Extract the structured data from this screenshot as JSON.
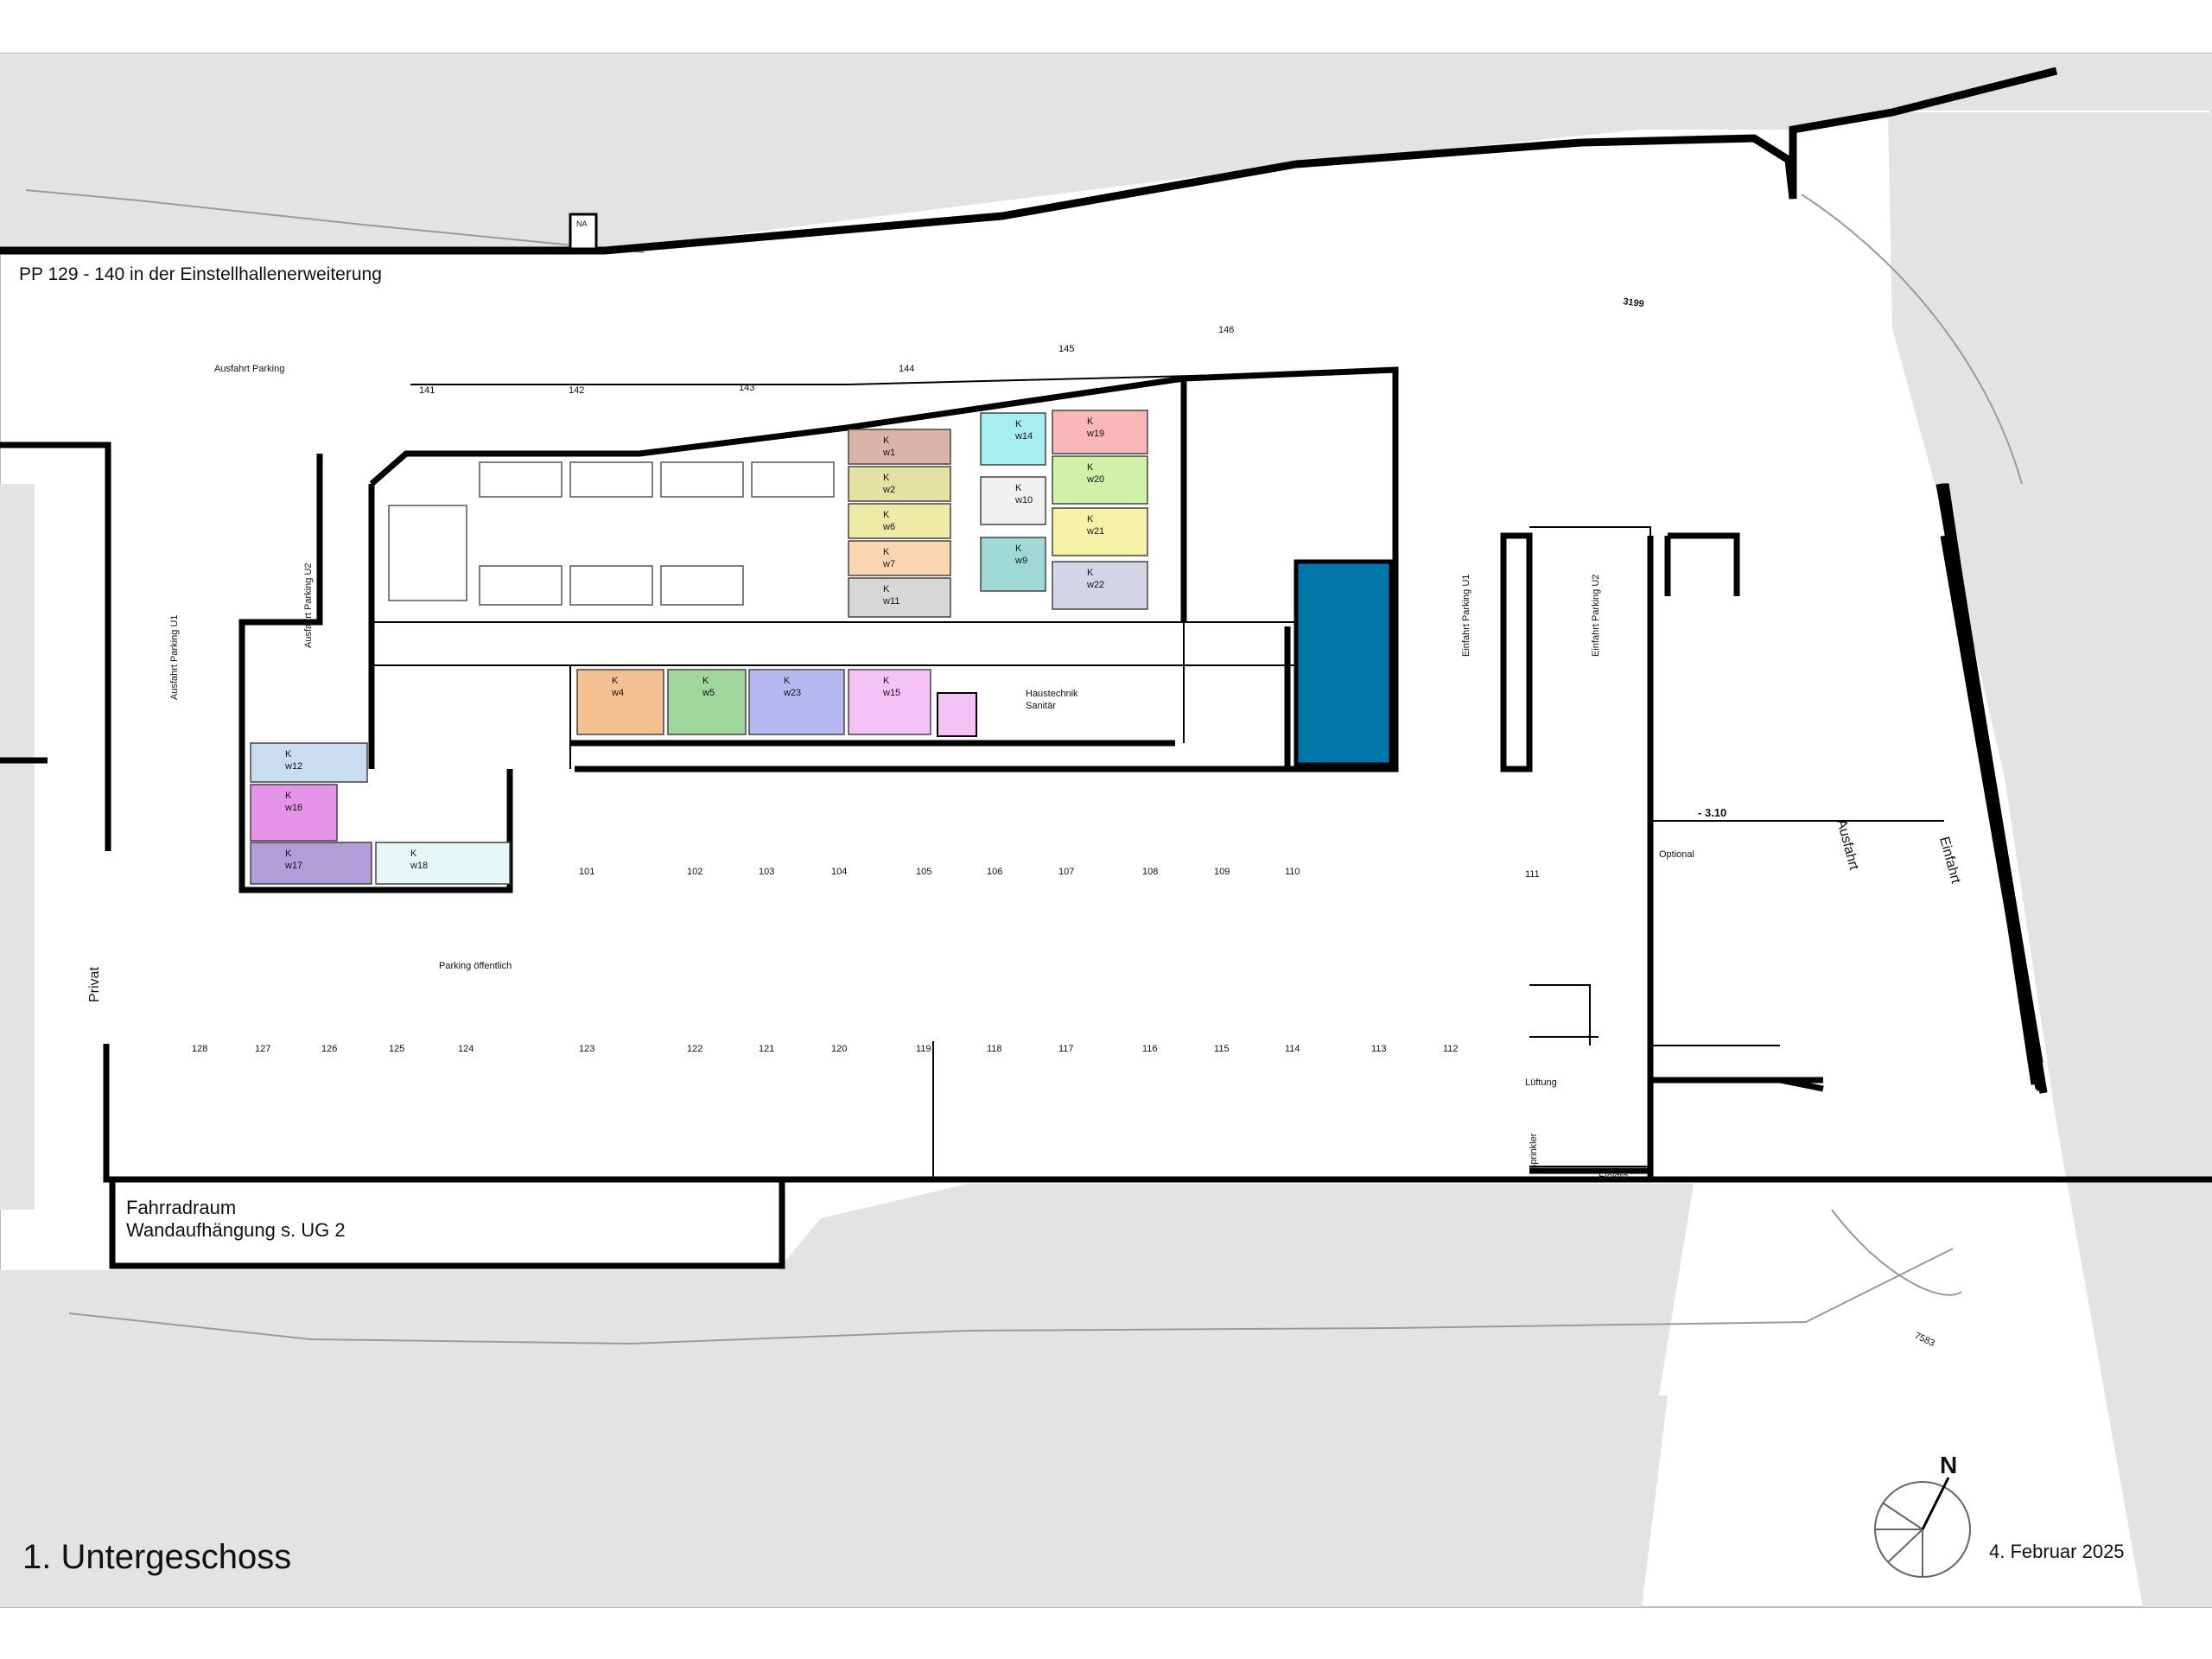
{
  "sheet": {
    "title": "1. Untergeschoss",
    "date": "4. Februar 2025",
    "note_top": "PP 129 - 140 in der Einstellhallenerweiterung",
    "bike_room_line1": "Fahrradraum",
    "bike_room_line2": "Wandaufhängung s. UG 2"
  },
  "labels": {
    "exit_parking": "Ausfahrt Parking",
    "exit_parking_u1": "Ausfahrt Parking U1",
    "exit_parking_u2": "Ausfahrt Parking U2",
    "entry_parking_u1": "Einfahrt Parking U1",
    "entry_parking_u2": "Einfahrt Parking U2",
    "public_parking": "Parking öffentlich",
    "private": "Privat",
    "services_1": "Haustechnik",
    "services_2": "Sanitär",
    "level": "- 3.10",
    "optional": "Optional",
    "ventilation": "Lüftung",
    "sprinkler": "Sprinkler",
    "electro": "Elektro",
    "exit": "Ausfahrt",
    "entry": "Einfahrt",
    "parcel_3199": "3199",
    "parcel_7583": "7583",
    "na": "NA",
    "north": "N"
  },
  "cellars": [
    {
      "id": "w1",
      "prefix": "K",
      "color": "#d9b4a9"
    },
    {
      "id": "w2",
      "prefix": "K",
      "color": "#e4e2a3"
    },
    {
      "id": "w6",
      "prefix": "K",
      "color": "#eeeaa8"
    },
    {
      "id": "w7",
      "prefix": "K",
      "color": "#f9d6b0"
    },
    {
      "id": "w11",
      "prefix": "K",
      "color": "#d7d7d7"
    },
    {
      "id": "w14",
      "prefix": "K",
      "color": "#a6eef0"
    },
    {
      "id": "w10",
      "prefix": "K",
      "color": "#f0f0f0"
    },
    {
      "id": "w9",
      "prefix": "K",
      "color": "#9ed9d7"
    },
    {
      "id": "w19",
      "prefix": "K",
      "color": "#f9b8b8"
    },
    {
      "id": "w20",
      "prefix": "K",
      "color": "#d1f0a8"
    },
    {
      "id": "w21",
      "prefix": "K",
      "color": "#f8f2a8"
    },
    {
      "id": "w22",
      "prefix": "K",
      "color": "#d4d4e8"
    },
    {
      "id": "w4",
      "prefix": "K",
      "color": "#f5c08f"
    },
    {
      "id": "w5",
      "prefix": "K",
      "color": "#9fd69c"
    },
    {
      "id": "w23",
      "prefix": "K",
      "color": "#b7b7f2"
    },
    {
      "id": "w15",
      "prefix": "K",
      "color": "#f4c2f4"
    },
    {
      "id": "w12",
      "prefix": "K",
      "color": "#c9dcf0"
    },
    {
      "id": "w16",
      "prefix": "K",
      "color": "#e493e8"
    },
    {
      "id": "w17",
      "prefix": "K",
      "color": "#b19ed9"
    },
    {
      "id": "w18",
      "prefix": "K",
      "color": "#e6f7f7"
    }
  ],
  "parking": {
    "upper_row": [
      "141",
      "142",
      "143",
      "144",
      "145",
      "146"
    ],
    "middle_row": [
      "101",
      "102",
      "103",
      "104",
      "105",
      "106",
      "107",
      "108",
      "109",
      "110",
      "111"
    ],
    "lower_row": [
      "128",
      "127",
      "126",
      "125",
      "124",
      "123",
      "122",
      "121",
      "120",
      "119",
      "118",
      "117",
      "116",
      "115",
      "114",
      "113",
      "112"
    ]
  },
  "colors": {
    "wall": "#000000",
    "surroundings": "#e3e3e3",
    "technical_room": "#0077a8",
    "hinge_box": "#f4c2f4"
  }
}
